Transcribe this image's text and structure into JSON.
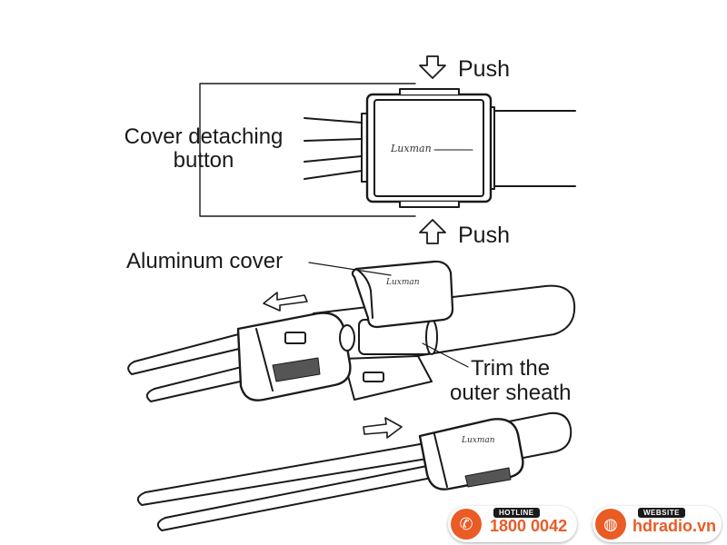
{
  "labels": {
    "push_top": "Push",
    "push_bottom": "Push",
    "cover_button_line1": "Cover detaching",
    "cover_button_line2": "button",
    "aluminum_cover": "Aluminum cover",
    "trim_line1": "Trim the",
    "trim_line2": "outer sheath",
    "brand_mark": "Luxman"
  },
  "contact": {
    "hotline_label": "HOTLINE",
    "hotline_number": "1800 0042",
    "website_label": "WEBSITE",
    "website_url": "hdradio.vn"
  },
  "icons": {
    "hotline": "phone-icon",
    "website": "globe-icon"
  },
  "colors": {
    "accent": "#ea5b25",
    "ink": "#1a1a1a",
    "shading": "#555555"
  }
}
